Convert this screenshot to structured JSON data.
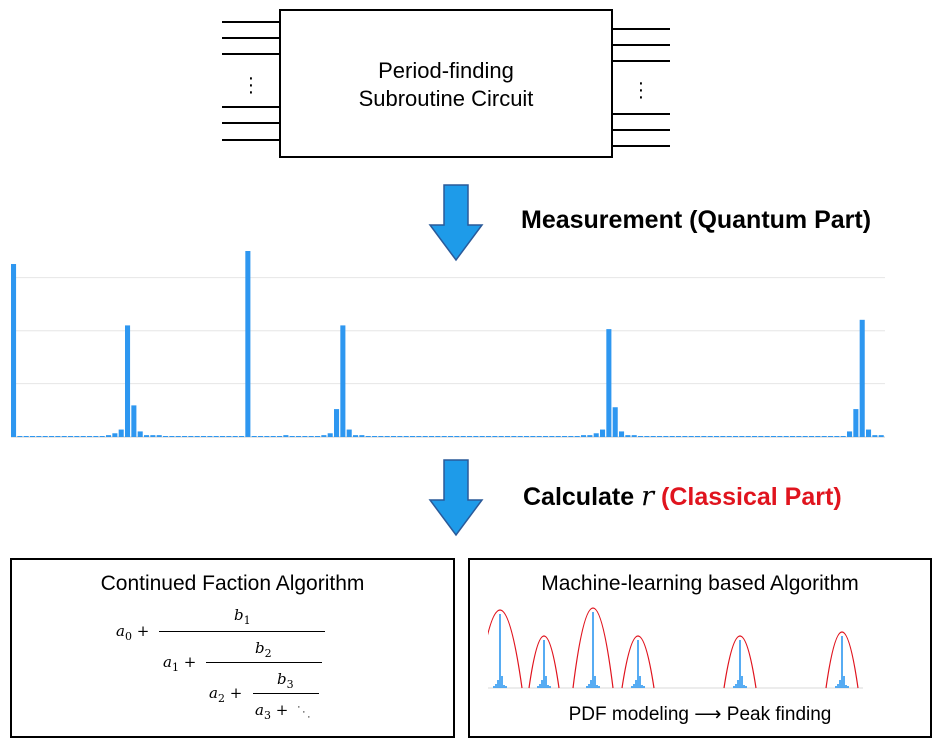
{
  "circuit": {
    "line1": "Period-finding",
    "line2": "Subroutine Circuit"
  },
  "measurement_label": "Measurement (Quantum Part)",
  "calculate": {
    "prefix": "Calculate",
    "variable": "r",
    "suffix": "(Classical Part)"
  },
  "left_box": {
    "title": "Continued Faction Algorithm",
    "terms": [
      "a0",
      "a1",
      "a2",
      "a3",
      "b1",
      "b2",
      "b3"
    ]
  },
  "right_box": {
    "title": "Machine-learning based Algorithm",
    "caption": "PDF modeling ⟶ Peak finding"
  },
  "colors": {
    "bar": "#2e97f0",
    "arrow": "#1e9be9",
    "red_text": "#e0141e",
    "envelope": "#e0141e"
  },
  "chart_data": {
    "type": "bar",
    "title": "",
    "xlabel": "",
    "ylabel": "",
    "grid": true,
    "ylim": [
      0,
      1
    ],
    "values": [
      0.93,
      0,
      0,
      0,
      0,
      0,
      0,
      0,
      0,
      0,
      0,
      0,
      0,
      0,
      0,
      0.01,
      0.02,
      0.04,
      0.6,
      0.17,
      0.03,
      0.01,
      0.01,
      0.01,
      0,
      0,
      0,
      0,
      0,
      0,
      0,
      0,
      0,
      0,
      0,
      0,
      0,
      1.0,
      0,
      0,
      0,
      0,
      0,
      0.01,
      0,
      0,
      0,
      0,
      0,
      0.01,
      0.02,
      0.15,
      0.6,
      0.04,
      0.01,
      0.01,
      0,
      0,
      0,
      0,
      0,
      0,
      0,
      0,
      0,
      0,
      0,
      0,
      0,
      0,
      0,
      0,
      0,
      0,
      0,
      0,
      0,
      0,
      0,
      0,
      0,
      0,
      0,
      0,
      0,
      0,
      0,
      0,
      0,
      0,
      0.01,
      0.01,
      0.02,
      0.04,
      0.58,
      0.16,
      0.03,
      0.01,
      0.01,
      0,
      0,
      0,
      0,
      0,
      0,
      0,
      0,
      0,
      0,
      0,
      0,
      0,
      0,
      0,
      0,
      0,
      0,
      0,
      0,
      0,
      0,
      0,
      0,
      0,
      0,
      0,
      0,
      0,
      0,
      0,
      0,
      0,
      0.03,
      0.15,
      0.63,
      0.04,
      0.01,
      0.01
    ]
  }
}
